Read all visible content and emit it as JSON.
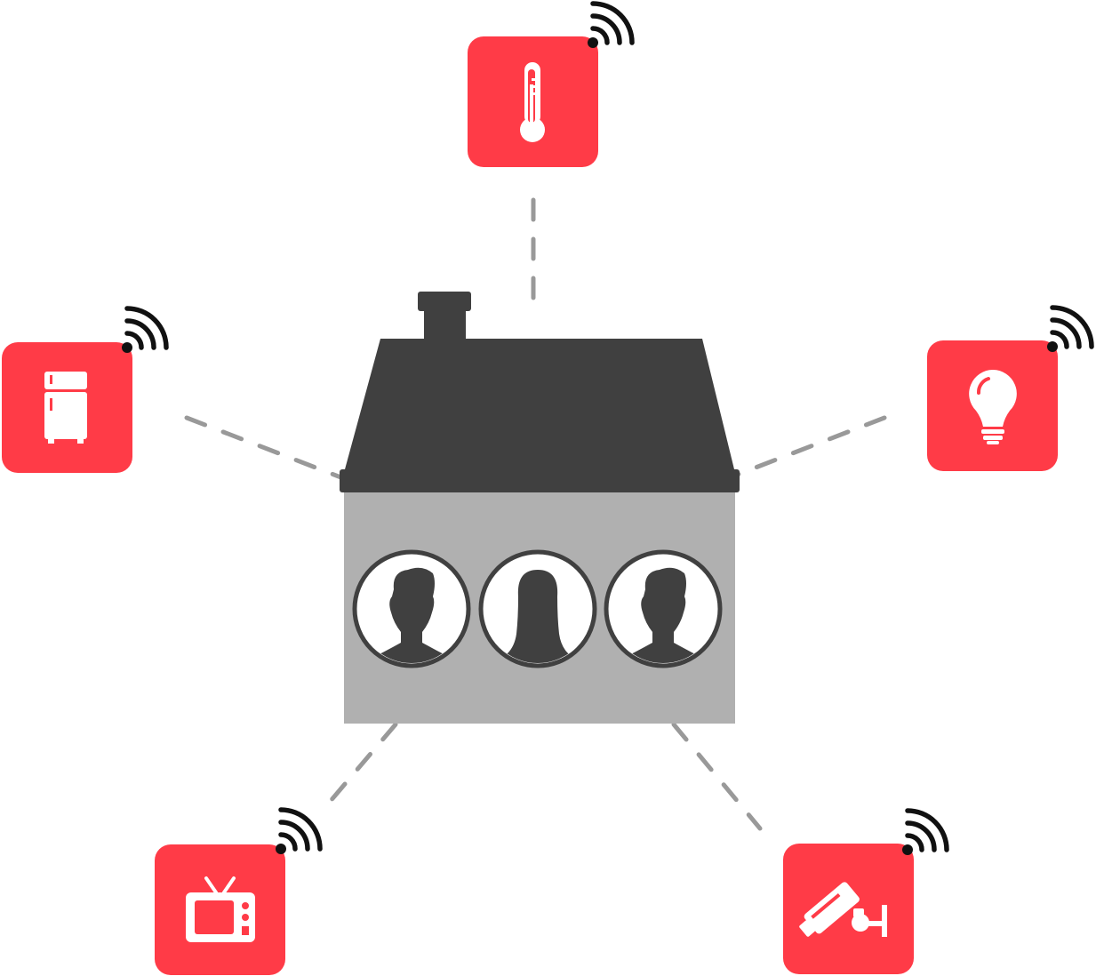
{
  "colors": {
    "device_tile": "#ff3b47",
    "roof": "#404040",
    "wall": "#b0b0b0",
    "connector": "#999999",
    "wifi_signal": "#111111",
    "icon_fill": "#ffffff"
  },
  "house": {
    "occupants": [
      {
        "icon": "man-avatar-icon"
      },
      {
        "icon": "woman-avatar-icon"
      },
      {
        "icon": "man-avatar-icon"
      }
    ]
  },
  "devices": [
    {
      "id": "thermometer",
      "icon": "thermometer-icon",
      "signal": "wifi-signal-icon"
    },
    {
      "id": "refrigerator",
      "icon": "refrigerator-icon",
      "signal": "wifi-signal-icon"
    },
    {
      "id": "light-bulb",
      "icon": "light-bulb-icon",
      "signal": "wifi-signal-icon"
    },
    {
      "id": "television",
      "icon": "tv-icon",
      "signal": "wifi-signal-icon"
    },
    {
      "id": "security-camera",
      "icon": "security-camera-icon",
      "signal": "wifi-signal-icon"
    }
  ]
}
